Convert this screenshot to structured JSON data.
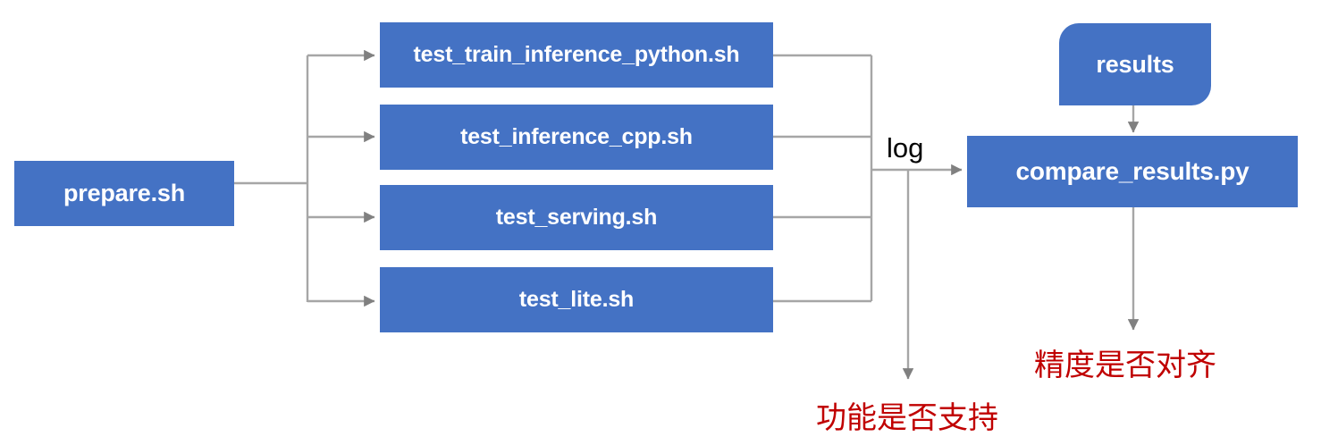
{
  "diagram": {
    "title": "PaddlePaddle TIPC test pipeline flowchart",
    "accent_color": "#4472c4",
    "line_color": "#a6a6a6",
    "arrow_color": "#808080",
    "alert_color": "#c00000",
    "label_color": "#000000"
  },
  "nodes": {
    "prepare": {
      "label": "prepare.sh"
    },
    "tests": [
      {
        "label": "test_train_inference_python.sh"
      },
      {
        "label": "test_inference_cpp.sh"
      },
      {
        "label": "test_serving.sh"
      },
      {
        "label": "test_lite.sh"
      }
    ],
    "results": {
      "label": "results"
    },
    "compare": {
      "label": "compare_results.py"
    }
  },
  "edge_labels": {
    "log": "log"
  },
  "annotations": {
    "feature_support": "功能是否支持",
    "precision_aligned": "精度是否对齐"
  }
}
